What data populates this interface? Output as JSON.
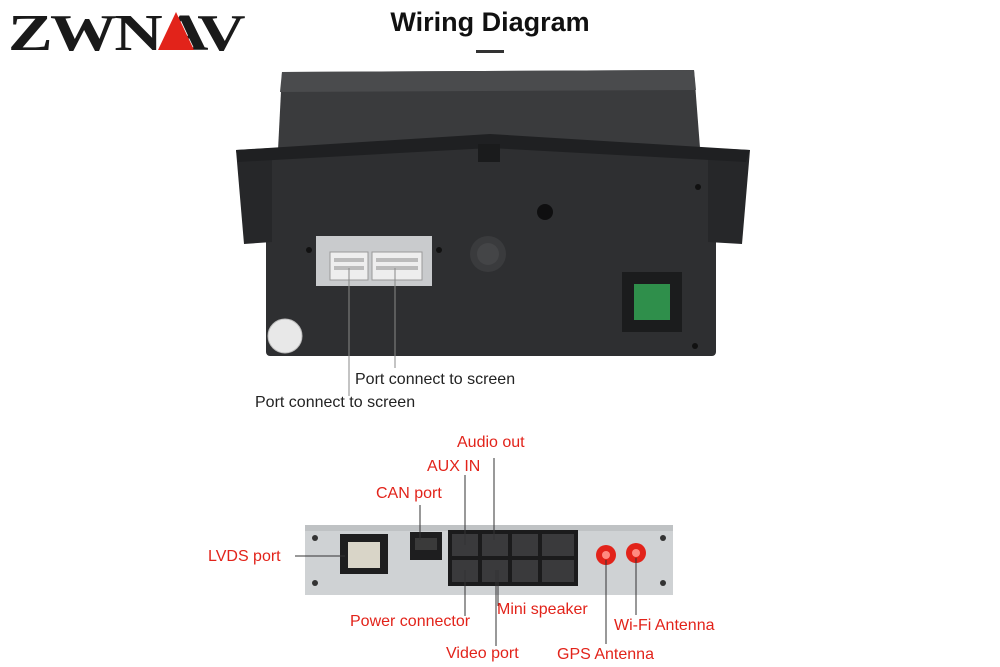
{
  "brand": {
    "logo_text": "ZWNAV",
    "logo_color_dark": "#1a1a1a",
    "logo_color_accent": "#e2231a"
  },
  "title": "Wiring Diagram",
  "top_unit": {
    "labels": {
      "port_screen_1": "Port connect to screen",
      "port_screen_2": "Port connect to screen"
    }
  },
  "bottom_panel": {
    "labels": {
      "audio_out": "Audio out",
      "aux_in": "AUX IN",
      "can_port": "CAN port",
      "lvds_port": "LVDS port",
      "power_connector": "Power connector",
      "mini_speaker": "Mini speaker",
      "wifi_antenna": "Wi-Fi Antenna",
      "video_port": "Video port",
      "gps_antenna": "GPS Antenna"
    }
  },
  "colors": {
    "callout_red": "#e2231a",
    "callout_black": "#222222",
    "unit_body": "#2e2f31",
    "panel_metal": "#cfd2d4"
  }
}
